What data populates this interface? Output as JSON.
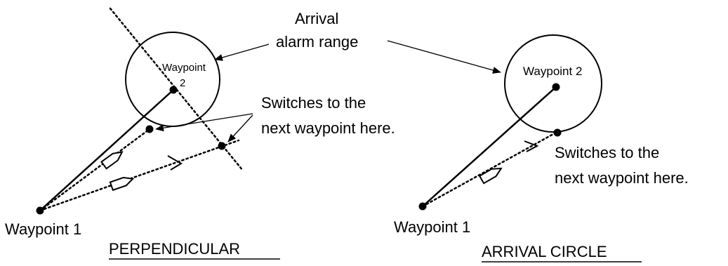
{
  "colors": {
    "ink": "#000000",
    "background": "#ffffff"
  },
  "labels": {
    "arrival_line1": "Arrival",
    "arrival_line2": "alarm range",
    "switches_line1": "Switches to the",
    "switches_line2": "next waypoint here."
  },
  "perpendicular": {
    "title": "PERPENDICULAR",
    "waypoint2_line1": "Waypoint",
    "waypoint2_line2": "2",
    "waypoint1": "Waypoint 1",
    "switches_line1": "Switches to the",
    "switches_line2": "next waypoint here."
  },
  "arrival_circle": {
    "title": "ARRIVAL CIRCLE",
    "waypoint2": "Waypoint 2",
    "waypoint1": "Waypoint 1",
    "switches_line1": "Switches to the",
    "switches_line2": "next waypoint here."
  },
  "icons": {
    "boat": "boat-icon",
    "waypoint": "waypoint-dot-icon",
    "arrow": "arrow-icon"
  }
}
